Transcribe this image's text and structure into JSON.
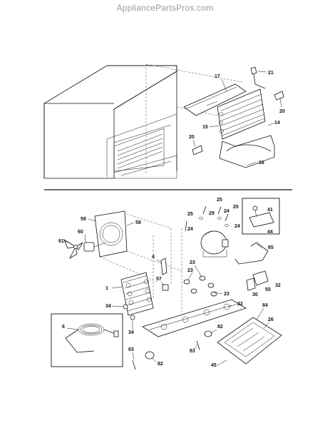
{
  "watermark": "AppliancePartsPros.com",
  "labels": [
    "17",
    "21",
    "20",
    "15",
    "14",
    "20",
    "16",
    "25",
    "25",
    "29",
    "24",
    "25",
    "24",
    "24",
    "41",
    "44",
    "59",
    "58",
    "60",
    "61",
    "65",
    "4",
    "57",
    "23",
    "23",
    "1",
    "23",
    "30",
    "55",
    "32",
    "34",
    "22",
    "84",
    "26",
    "34",
    "82",
    "83",
    "83",
    "82",
    "45",
    "6"
  ]
}
